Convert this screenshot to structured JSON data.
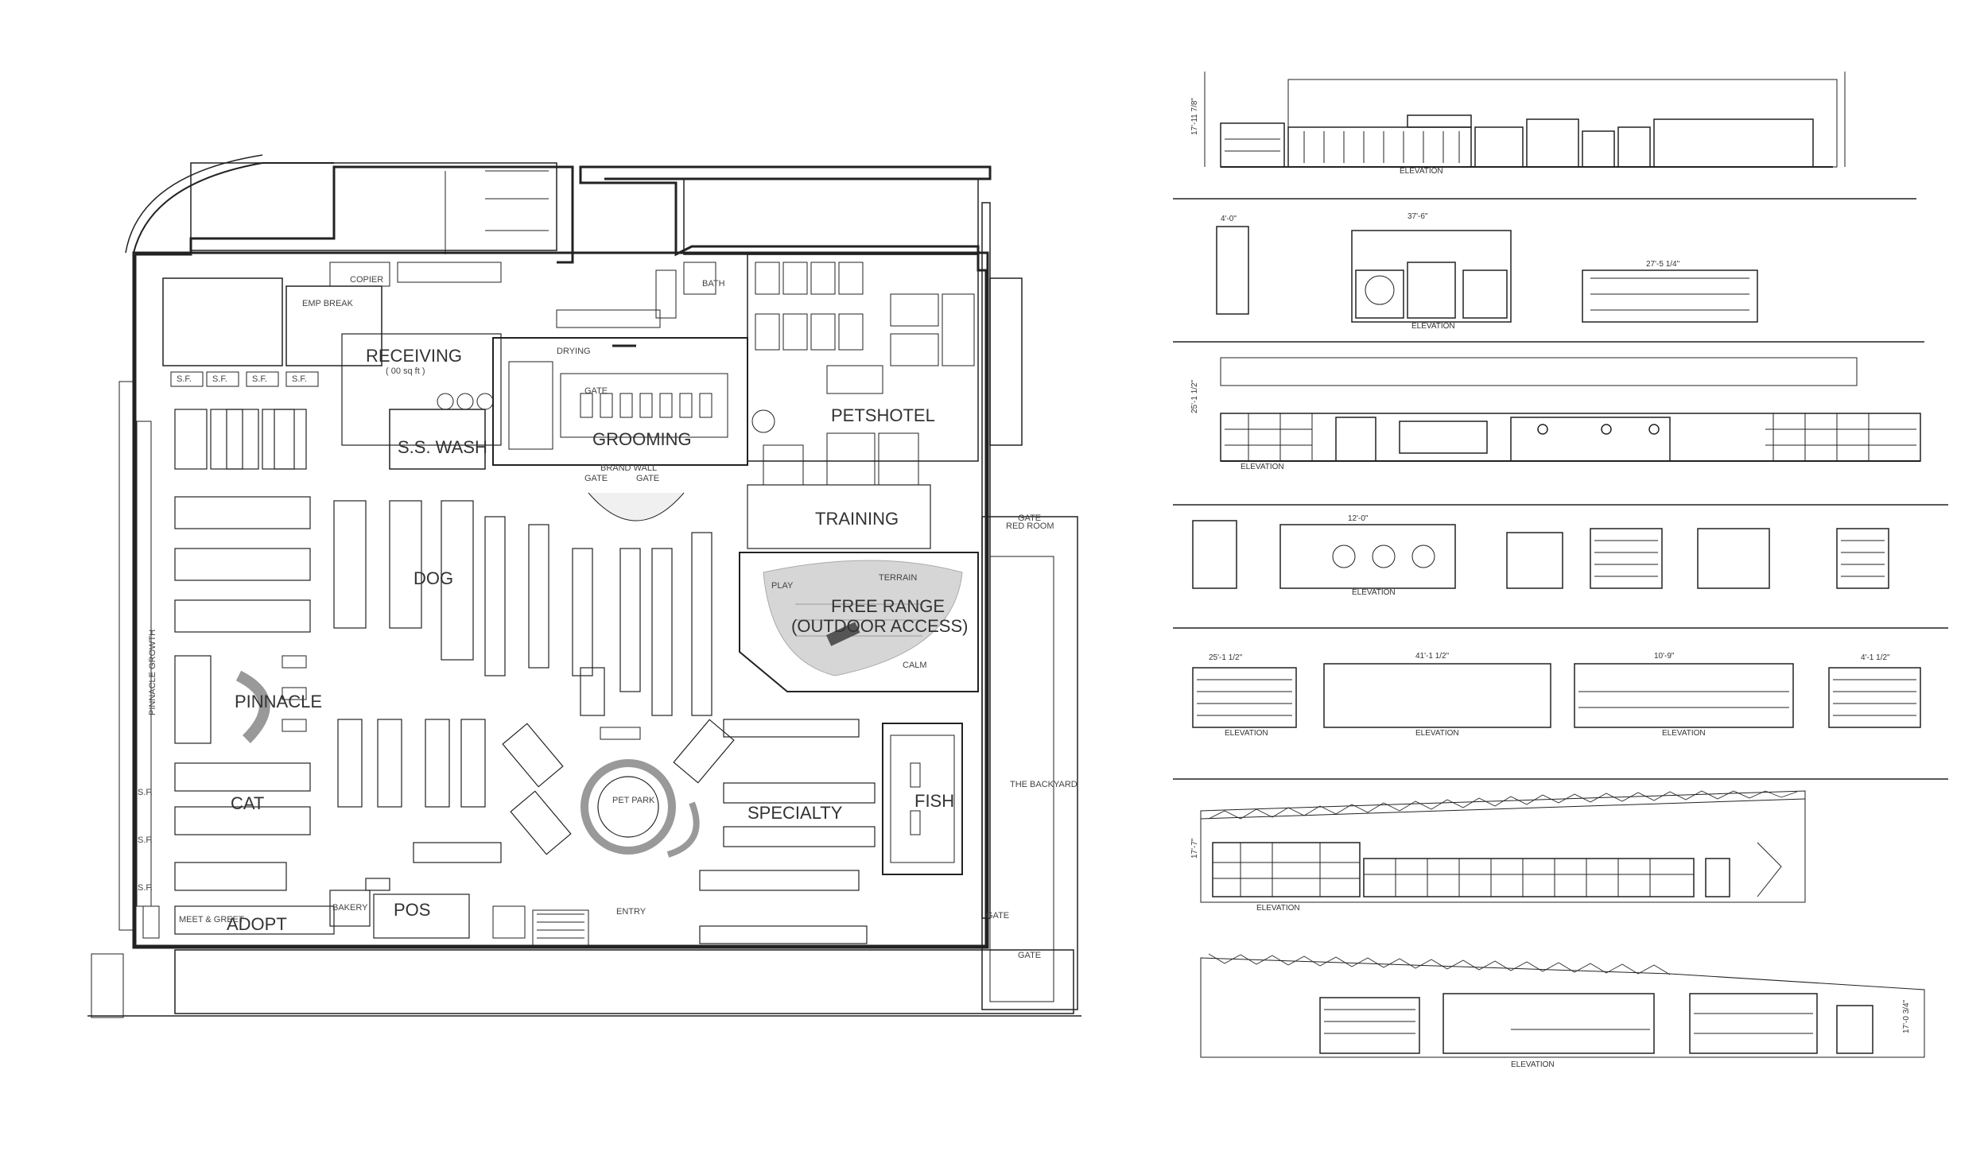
{
  "plan": {
    "rooms": {
      "receiving": "RECEIVING",
      "receiving_sub": "( 00 sq ft )",
      "ss_wash": "S.S. WASH",
      "grooming": "GROOMING",
      "drying": "DRYING",
      "petshotel": "PETSHOTEL",
      "training": "TRAINING",
      "free_range": "FREE RANGE",
      "outdoor_access": "(OUTDOOR ACCESS)",
      "dog": "DOG",
      "pinnacle": "PINNACLE",
      "cat": "CAT",
      "specialty": "SPECIALTY",
      "fish": "FISH",
      "pos": "POS",
      "adopt": "ADOPT",
      "entry": "ENTRY",
      "brand_wall": "BRAND WALL",
      "red_room": "RED ROOM",
      "the_backyard": "THE BACKYARD",
      "play": "PLAY",
      "calm": "CALM",
      "terrain": "TERRAIN",
      "pet_park": "PET PARK",
      "bath": "BATH",
      "copier": "COPIER",
      "emp_break": "EMP BREAK",
      "meet_greet": "MEET & GREET",
      "bakery": "BAKERY",
      "pinnacle_growth": "PINNACLE GROWTH"
    },
    "gates": [
      "GATE",
      "GATE",
      "GATE",
      "GATE",
      "GATE",
      "GATE"
    ],
    "fixture_tags": [
      "S.F.",
      "S.F.",
      "S.F.",
      "S.F.",
      "S.F.",
      "S.F.",
      "S.F."
    ]
  },
  "elevations": {
    "dims": [
      "17'-11 7/8\"",
      "4'-0\"",
      "37'-6\"",
      "27'-5 1/4\"",
      "25'-1 1/2\"",
      "12'-0\"",
      "25'-1 1/2\"",
      "10'-9\"",
      "4'-1 1/2\"",
      "41'-1 1/2\"",
      "17'-7\"",
      "17'-0 3/4\""
    ],
    "captions": [
      "ELEVATION",
      "ELEVATION",
      "ELEVATION",
      "ELEVATION",
      "ELEVATION",
      "ELEVATION",
      "ELEVATION",
      "ELEVATION",
      "ELEVATION"
    ]
  }
}
